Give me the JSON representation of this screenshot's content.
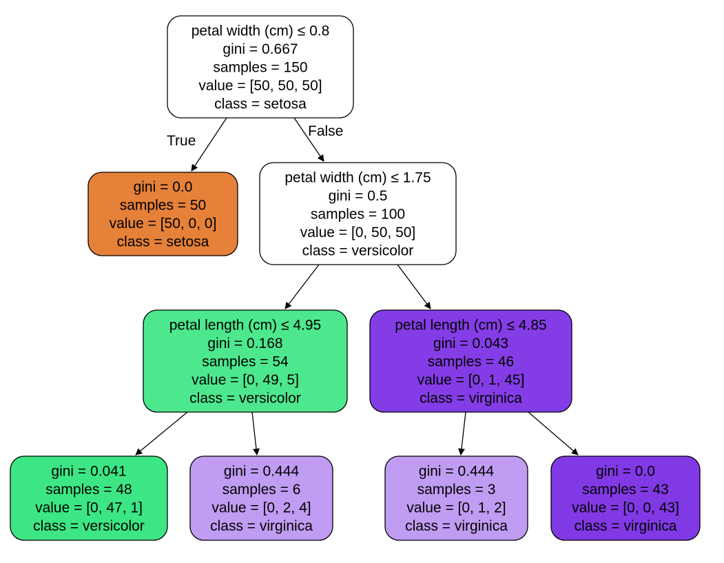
{
  "nodes": [
    {
      "id": "root",
      "fill": "#ffffff",
      "lines": [
        "petal width (cm) ≤ 0.8",
        "gini = 0.667",
        "samples = 150",
        "value = [50, 50, 50]",
        "class = setosa"
      ]
    },
    {
      "id": "leaf-setosa",
      "fill": "#e58139",
      "lines": [
        "gini = 0.0",
        "samples = 50",
        "value = [50, 0, 0]",
        "class = setosa"
      ]
    },
    {
      "id": "split-petal-width-1-75",
      "fill": "#ffffff",
      "lines": [
        "petal width (cm) ≤ 1.75",
        "gini = 0.5",
        "samples = 100",
        "value = [0, 50, 50]",
        "class = versicolor"
      ]
    },
    {
      "id": "split-petal-length-4-95",
      "fill": "#4de88e",
      "lines": [
        "petal length (cm) ≤ 4.95",
        "gini = 0.168",
        "samples = 54",
        "value = [0, 49, 5]",
        "class = versicolor"
      ]
    },
    {
      "id": "split-petal-length-4-85",
      "fill": "#843de6",
      "lines": [
        "petal length (cm) ≤ 4.85",
        "gini = 0.043",
        "samples = 46",
        "value = [0, 1, 45]",
        "class = virginica"
      ]
    },
    {
      "id": "leaf-versicolor-48",
      "fill": "#3de684",
      "lines": [
        "gini = 0.041",
        "samples = 48",
        "value = [0, 47, 1]",
        "class = versicolor"
      ]
    },
    {
      "id": "leaf-virginica-6",
      "fill": "#c09cf2",
      "lines": [
        "gini = 0.444",
        "samples = 6",
        "value = [0, 2, 4]",
        "class = virginica"
      ]
    },
    {
      "id": "leaf-virginica-3",
      "fill": "#c09cf2",
      "lines": [
        "gini = 0.444",
        "samples = 3",
        "value = [0, 1, 2]",
        "class = virginica"
      ]
    },
    {
      "id": "leaf-virginica-43",
      "fill": "#8139e5",
      "lines": [
        "gini = 0.0",
        "samples = 43",
        "value = [0, 0, 43]",
        "class = virginica"
      ]
    }
  ],
  "edges": [
    {
      "from": "root",
      "to": "leaf-setosa",
      "label": "True"
    },
    {
      "from": "root",
      "to": "split-petal-width-1-75",
      "label": "False"
    },
    {
      "from": "split-petal-width-1-75",
      "to": "split-petal-length-4-95",
      "label": ""
    },
    {
      "from": "split-petal-width-1-75",
      "to": "split-petal-length-4-85",
      "label": ""
    },
    {
      "from": "split-petal-length-4-95",
      "to": "leaf-versicolor-48",
      "label": ""
    },
    {
      "from": "split-petal-length-4-95",
      "to": "leaf-virginica-6",
      "label": ""
    },
    {
      "from": "split-petal-length-4-85",
      "to": "leaf-virginica-3",
      "label": ""
    },
    {
      "from": "split-petal-length-4-85",
      "to": "leaf-virginica-43",
      "label": ""
    }
  ]
}
